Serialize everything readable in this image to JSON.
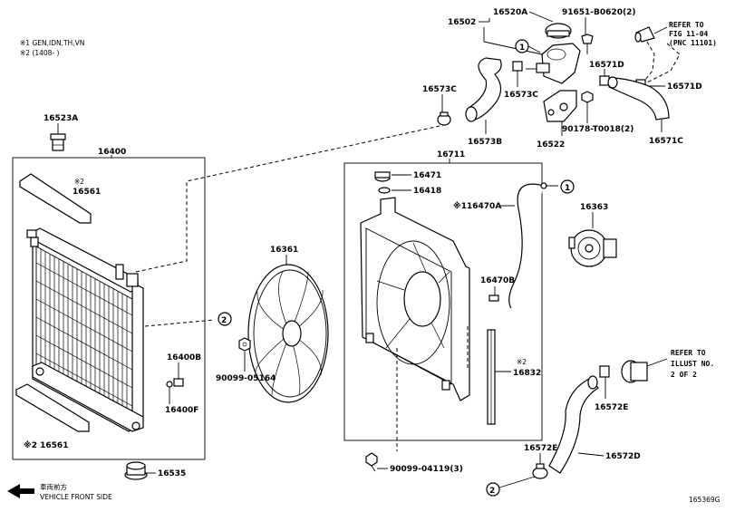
{
  "notes": {
    "note1": "※1 GEN,IDN,TH,VN",
    "note2": "※2 (1408-      )"
  },
  "labels": {
    "p16523A": "16523A",
    "p16400": "16400",
    "p16561_top": "16561",
    "p16561_top_mark": "※2",
    "p16561_bottom": "※2 16561",
    "p16400B": "16400B",
    "p16400F": "16400F",
    "p16535": "16535",
    "p16361": "16361",
    "p90099_05164": "90099-05164",
    "p16711": "16711",
    "p16471": "16471",
    "p16418": "16418",
    "p16470A": "※116470A",
    "p16470B": "16470B",
    "p16832": "16832",
    "p16832_mark": "※2",
    "p16363": "16363",
    "p90099_04119": "90099-04119(3)",
    "p16572E_top": "16572E",
    "p16572E_bottom": "16572E",
    "p16572D": "16572D",
    "p16502": "16502",
    "p16520A": "16520A",
    "p91651": "91651-B0620(2)",
    "p16573C_left": "16573C",
    "p16573C_mid": "16573C",
    "p16573B": "16573B",
    "p16522": "16522",
    "p16571D_a": "16571D",
    "p16571D_b": "16571D",
    "p90178": "90178-T0018(2)",
    "p16571C": "16571C"
  },
  "references": {
    "ref_top_line1": "REFER TO",
    "ref_top_line2": "FIG 11-04",
    "ref_top_line3": "(PNC 11101)",
    "ref_right_line1": "REFER TO",
    "ref_right_line2": "ILLUST NO.",
    "ref_right_line3": "2 OF 2"
  },
  "callouts": {
    "c1_top": "1",
    "c1_right": "1",
    "c2_mid": "2",
    "c2_bottom": "2"
  },
  "footer": {
    "arrow_cn": "車両前方",
    "arrow_en": "VEHICLE FRONT SIDE",
    "figure_id": "165369G"
  }
}
